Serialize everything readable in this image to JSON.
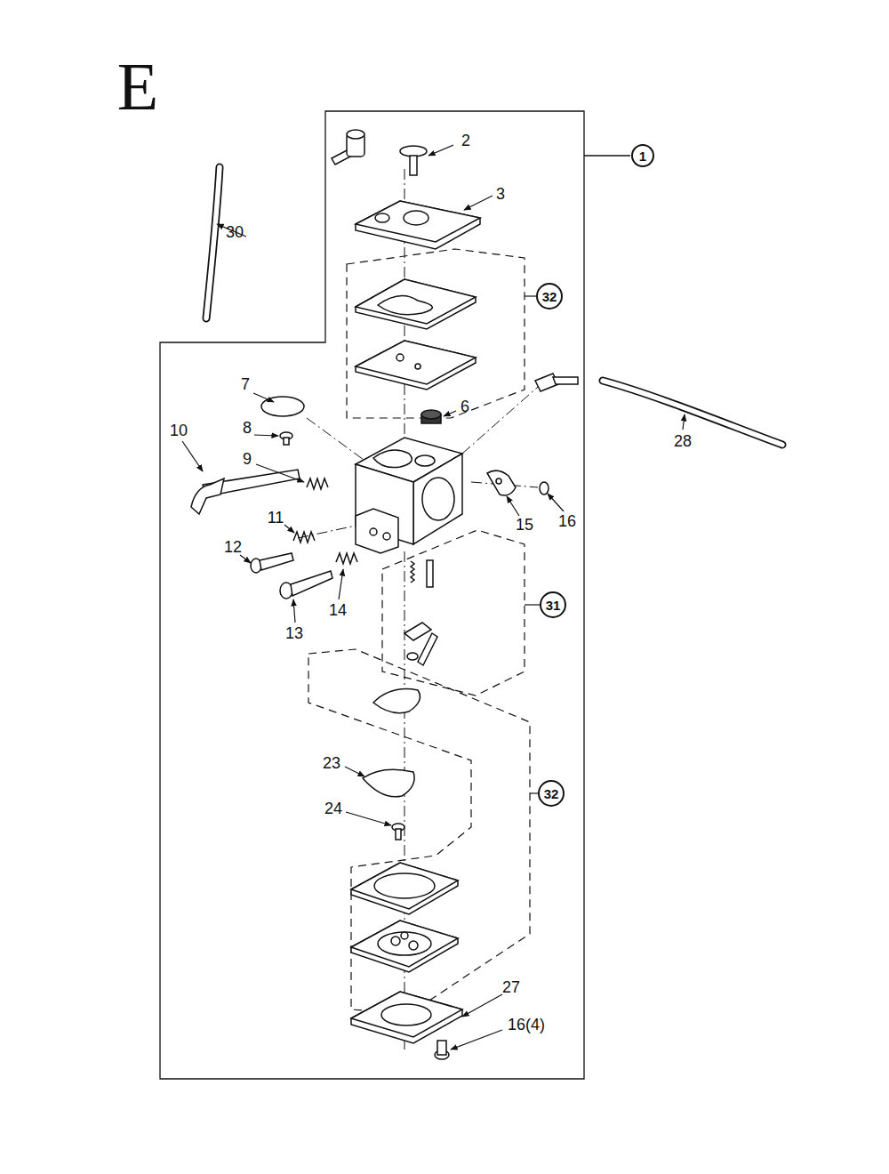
{
  "diagram": {
    "title": "E",
    "nodes": [
      {
        "text": [
          "1"
        ]
      },
      {
        "text": [
          "32"
        ]
      },
      {
        "text": [
          "31"
        ]
      },
      {
        "text": [
          "32"
        ]
      }
    ],
    "labels": [
      "2",
      "3",
      "30",
      "6",
      "7",
      "28",
      "8",
      "10",
      "9",
      "11",
      "15",
      "16",
      "12",
      "14",
      "13",
      "23",
      "24",
      "27",
      "16(4)"
    ]
  }
}
